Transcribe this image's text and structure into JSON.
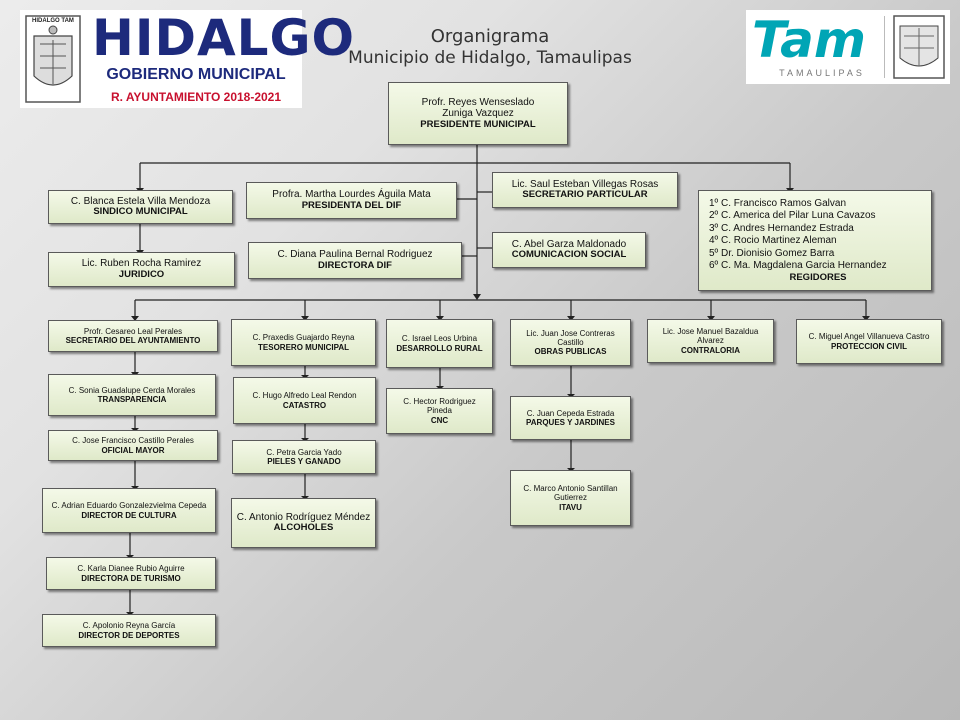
{
  "header": {
    "title": "Organigrama",
    "subtitle": "Municipio de Hidalgo, Tamaulipas"
  },
  "logos": {
    "left": {
      "seal_text": "HIDALGO TAM",
      "brand": "HIDALGO",
      "line1": "GOBIERNO MUNICIPAL",
      "line2": "R. AYUNTAMIENTO 2018-2021"
    },
    "right": {
      "brand": "Tam",
      "sub": "TAMAULIPAS"
    }
  },
  "colors": {
    "node_top": "#f4f9e8",
    "node_bottom": "#dfe9c9",
    "line": "#222222",
    "brand_blue": "#1d2a7c",
    "brand_magenta": "#c2227a",
    "brand_red": "#c8102e",
    "tam_teal": "#00a5b5"
  },
  "org": {
    "presidente": {
      "name": "Profr. Reyes Wenseslado Zuniga Vazquez",
      "role": "PRESIDENTE MUNICIPAL"
    },
    "sindico": {
      "name": "C. Blanca Estela Villa Mendoza",
      "role": "SINDICO MUNICIPAL"
    },
    "juridico": {
      "name": "Lic. Ruben Rocha Ramirez",
      "role": "JURIDICO"
    },
    "presidenta_dif": {
      "name": "Profra. Martha Lourdes Águila Mata",
      "role": "PRESIDENTA DEL DIF"
    },
    "directora_dif": {
      "name": "C. Diana Paulina Bernal Rodriguez",
      "role": "DIRECTORA DIF"
    },
    "secretario_particular": {
      "name": "Lic. Saul Esteban Villegas Rosas",
      "role": "SECRETARIO PARTICULAR"
    },
    "comunicacion": {
      "name": "C. Abel Garza Maldonado",
      "role": "COMUNICACION SOCIAL"
    },
    "regidores": {
      "members": [
        "1º C. Francisco Ramos Galvan",
        "2º C. America  del Pilar Luna Cavazos",
        "3º C. Andres Hernandez Estrada",
        "4º C. Rocio Martinez Aleman",
        "5º Dr. Dionisio Gomez Barra",
        "6º C. Ma. Magdalena Garcia Hernandez"
      ],
      "role": "REGIDORES"
    },
    "secretario_ayuntamiento": {
      "name": "Profr. Cesareo Leal Perales",
      "role": "SECRETARIO DEL  AYUNTAMIENTO"
    },
    "transparencia": {
      "name": "C. Sonia  Guadalupe  Cerda Morales",
      "role": "TRANSPARENCIA"
    },
    "oficial_mayor": {
      "name": "C. Jose Francisco Castillo Perales",
      "role": "OFICIAL MAYOR"
    },
    "cultura": {
      "name": "C. Adrian Eduardo Gonzalezvielma Cepeda",
      "role": "DIRECTOR DE CULTURA"
    },
    "turismo": {
      "name": "C. Karla Dianee  Rubio  Aguirre",
      "role": "DIRECTORA DE TURISMO"
    },
    "deportes": {
      "name": "C. Apolonio  Reyna García",
      "role": "DIRECTOR DE DEPORTES"
    },
    "tesorero": {
      "name": "C. Praxedis Guajardo Reyna",
      "role": "TESORERO MUNICIPAL"
    },
    "catastro": {
      "name": "C. Hugo  Alfredo Leal Rendon",
      "role": "CATASTRO"
    },
    "pieles": {
      "name": "C. Petra Garcia Yado",
      "role": "PIELES Y GANADO"
    },
    "alcoholes": {
      "name": "C. Antonio Rodríguez Méndez",
      "role": "ALCOHOLES"
    },
    "desarrollo_rural": {
      "name": "C. Israel Leos Urbina",
      "role": "DESARROLLO RURAL"
    },
    "cnc": {
      "name": "C. Hector Rodriguez Pineda",
      "role": "CNC"
    },
    "obras": {
      "name": "Lic. Juan  Jose Contreras Castillo",
      "role": "OBRAS PUBLICAS"
    },
    "parques": {
      "name": "C. Juan  Cepeda Estrada",
      "role": "PARQUES  Y  JARDINES"
    },
    "itavu": {
      "name": "C. Marco Antonio Santillan Gutierrez",
      "role": "ITAVU"
    },
    "contraloria": {
      "name": "Lic. Jose Manuel Bazaldua  Alvarez",
      "role": "CONTRALORIA"
    },
    "proteccion_civil": {
      "name": "C. Miguel  Angel  Villanueva Castro",
      "role": "PROTECCION CIVIL"
    }
  }
}
